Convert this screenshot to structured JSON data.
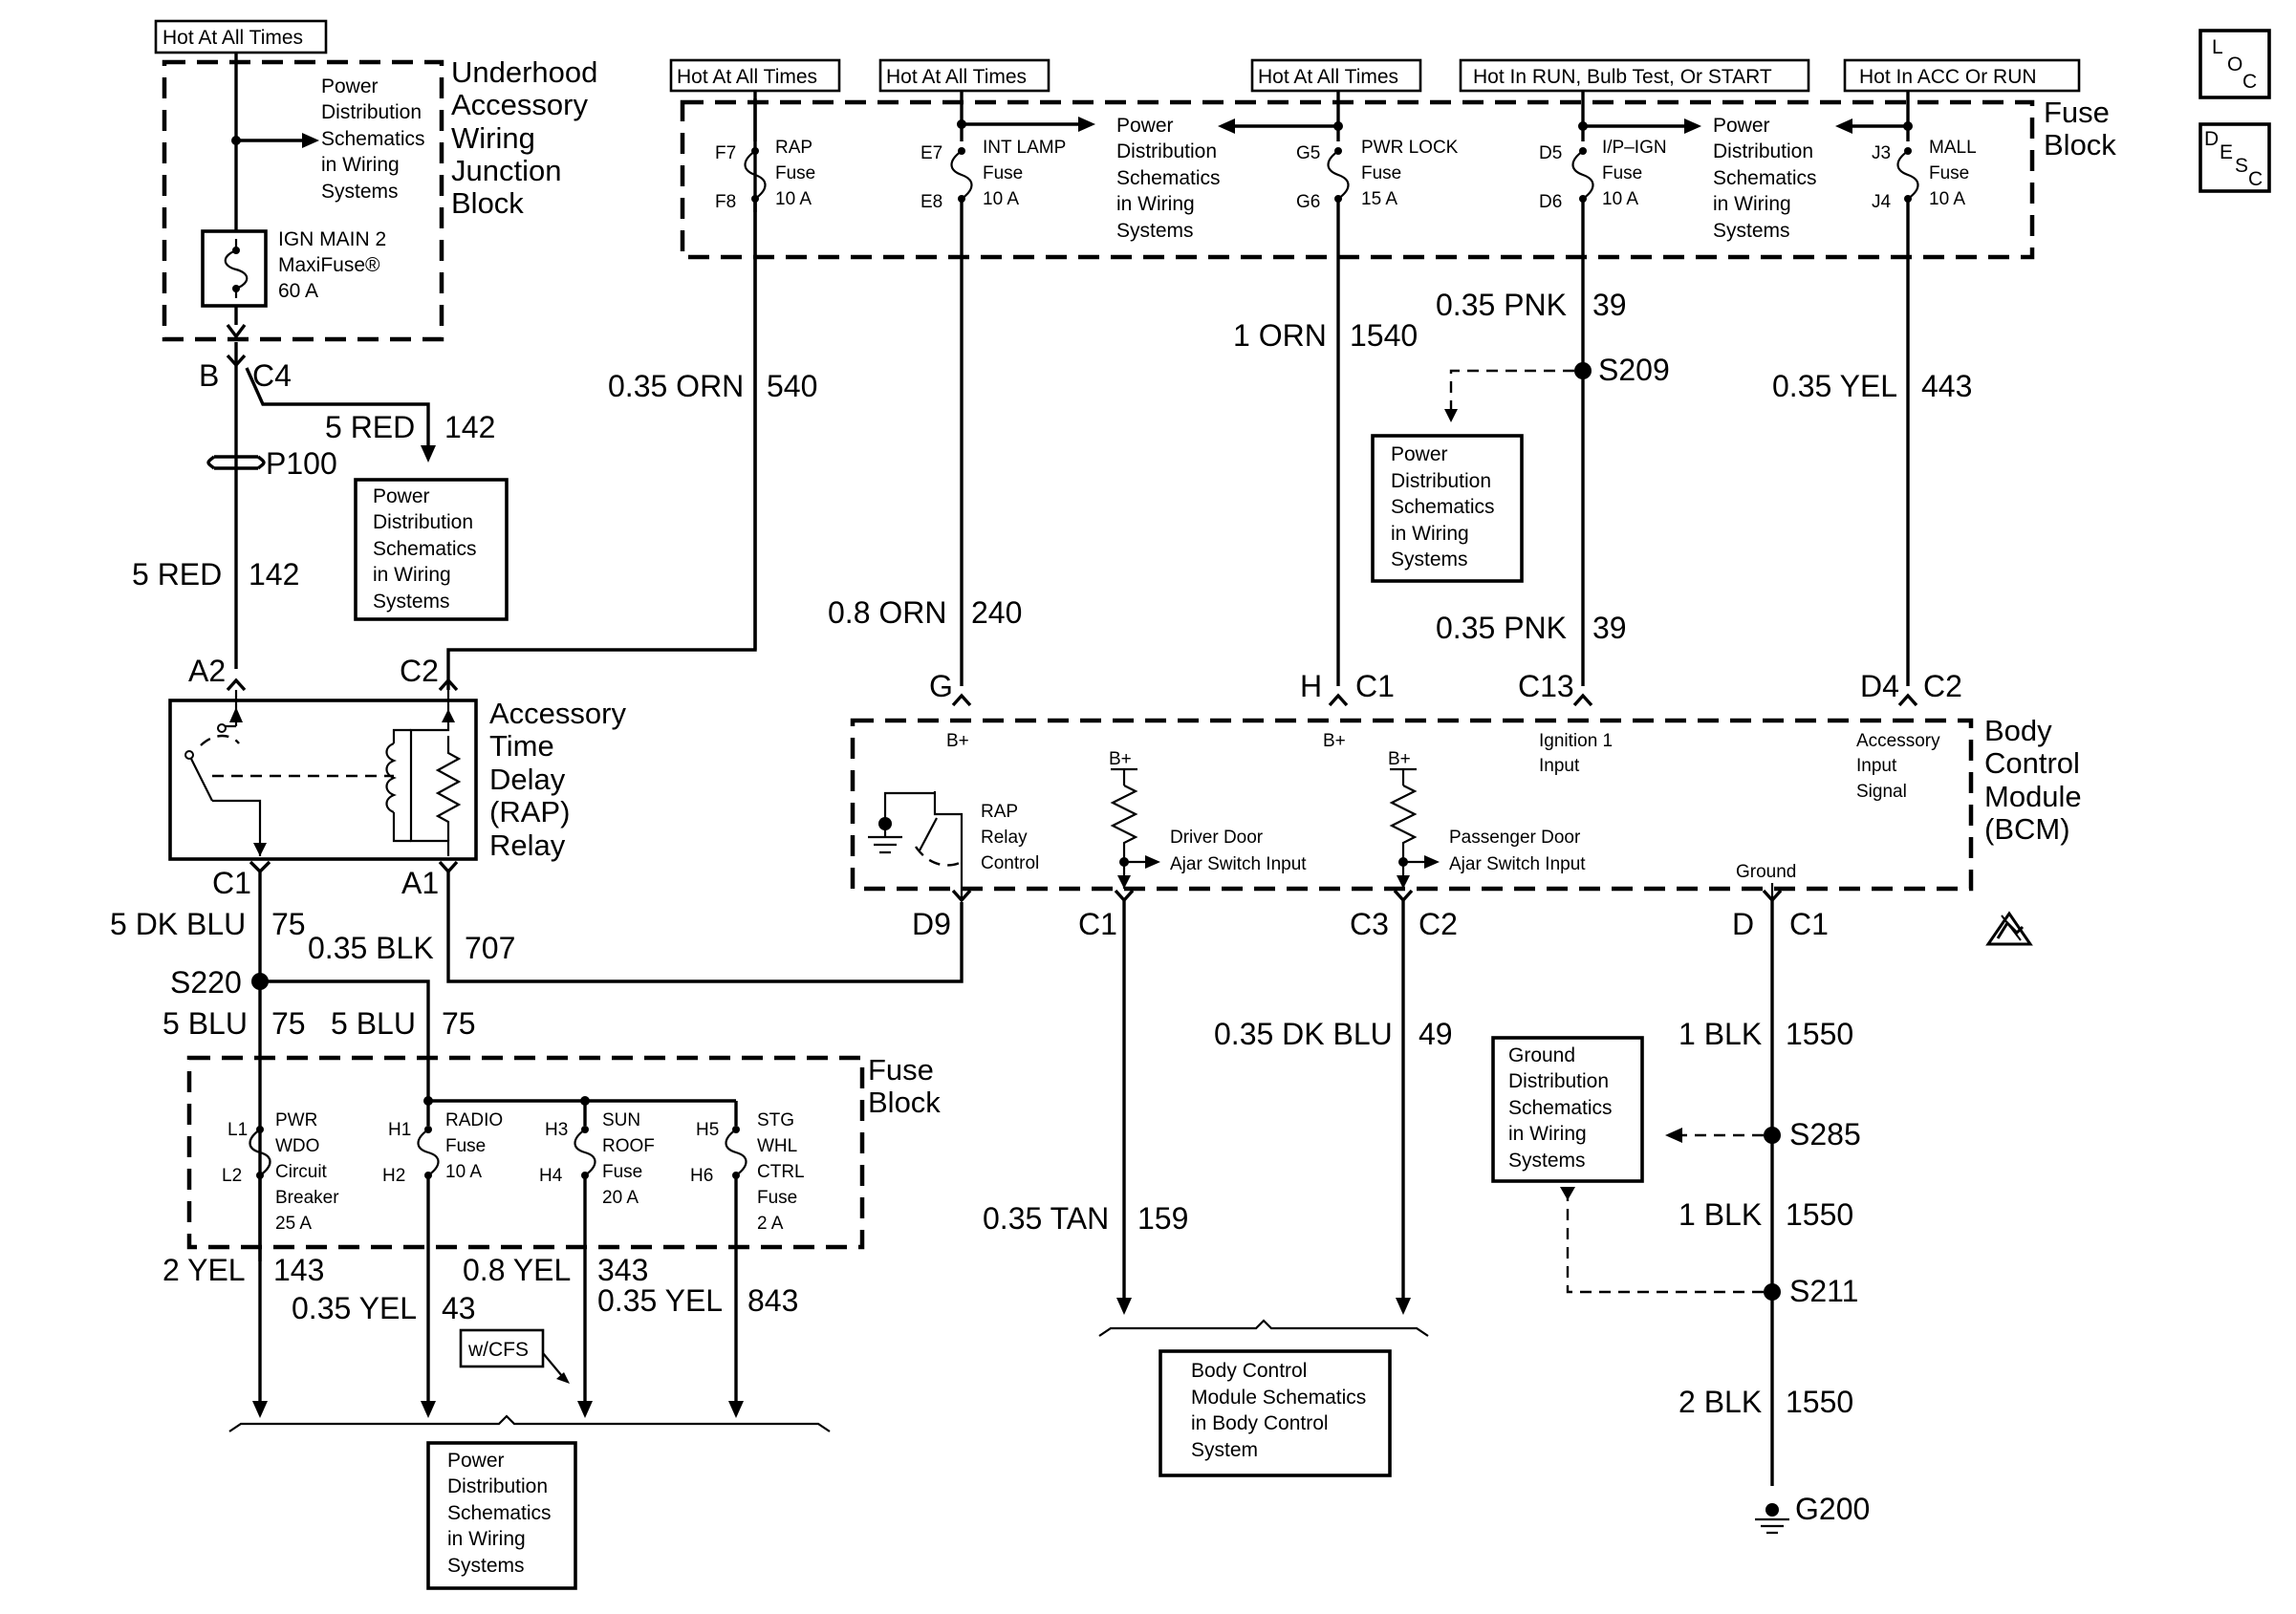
{
  "hot_labels": {
    "underhood": "Hot At All Times",
    "rap": "Hot At All Times",
    "intlamp": "Hot At All Times",
    "pwrlock": "Hot At All Times",
    "ipign": "Hot In RUN, Bulb Test, Or START",
    "mall": "Hot In ACC Or RUN"
  },
  "underhood_block": {
    "title": [
      "Underhood",
      "Accessory",
      "Wiring",
      "Junction",
      "Block"
    ],
    "ref": [
      "Power",
      "Distribution",
      "Schematics",
      "in Wiring",
      "Systems"
    ],
    "fuse": [
      "IGN MAIN 2",
      "MaxiFuse®",
      "60 A"
    ]
  },
  "top_fuse_block": {
    "title": [
      "Fuse",
      "Block"
    ],
    "fuses": [
      {
        "in": "F7",
        "out": "F8",
        "name": [
          "RAP",
          "Fuse",
          "10 A"
        ]
      },
      {
        "in": "E7",
        "out": "E8",
        "name": [
          "INT LAMP",
          "Fuse",
          "10 A"
        ]
      },
      {
        "in": "G5",
        "out": "G6",
        "name": [
          "PWR LOCK",
          "Fuse",
          "15 A"
        ]
      },
      {
        "in": "D5",
        "out": "D6",
        "name": [
          "I/P–IGN",
          "Fuse",
          "10 A"
        ]
      },
      {
        "in": "J3",
        "out": "J4",
        "name": [
          "MALL",
          "Fuse",
          "10 A"
        ]
      }
    ],
    "ref_left": [
      "Power",
      "Distribution",
      "Schematics",
      "in Wiring",
      "Systems"
    ],
    "ref_right": [
      "Power",
      "Distribution",
      "Schematics",
      "in Wiring",
      "Systems"
    ]
  },
  "conn_c4": {
    "pin": "B",
    "conn": "C4"
  },
  "splice_p100": "P100",
  "wires": {
    "red_branch": {
      "gauge": "5 RED",
      "circuit": "142"
    },
    "red_main": {
      "gauge": "5 RED",
      "circuit": "142"
    },
    "orn_540": {
      "gauge": "0.35 ORN",
      "circuit": "540"
    },
    "orn_240": {
      "gauge": "0.8 ORN",
      "circuit": "240"
    },
    "orn_1540": {
      "gauge": "1 ORN",
      "circuit": "1540"
    },
    "pnk_top": {
      "gauge": "0.35 PNK",
      "circuit": "39"
    },
    "pnk_bot": {
      "gauge": "0.35 PNK",
      "circuit": "39"
    },
    "yel_443": {
      "gauge": "0.35 YEL",
      "circuit": "443"
    },
    "dkblu_75": {
      "gauge": "5 DK BLU",
      "circuit": "75"
    },
    "blk_707": {
      "gauge": "0.35 BLK",
      "circuit": "707"
    },
    "blu_75a": {
      "gauge": "5 BLU",
      "circuit": "75"
    },
    "blu_75b": {
      "gauge": "5 BLU",
      "circuit": "75"
    },
    "yel_143": {
      "gauge": "2 YEL",
      "circuit": "143"
    },
    "yel_43": {
      "gauge": "0.35 YEL",
      "circuit": "43"
    },
    "yel_343": {
      "gauge": "0.8 YEL",
      "circuit": "343"
    },
    "yel_843": {
      "gauge": "0.35 YEL",
      "circuit": "843"
    },
    "tan_159": {
      "gauge": "0.35 TAN",
      "circuit": "159"
    },
    "dkblu_49": {
      "gauge": "0.35 DK BLU",
      "circuit": "49"
    },
    "blk_1550a": {
      "gauge": "1 BLK",
      "circuit": "1550"
    },
    "blk_1550b": {
      "gauge": "1 BLK",
      "circuit": "1550"
    },
    "blk_1550c": {
      "gauge": "2 BLK",
      "circuit": "1550"
    }
  },
  "ref_box_142": [
    "Power",
    "Distribution",
    "Schematics",
    "in Wiring",
    "Systems"
  ],
  "ref_box_s209": [
    "Power",
    "Distribution",
    "Schematics",
    "in Wiring",
    "Systems"
  ],
  "splices": {
    "s209": "S209",
    "s220": "S220",
    "s285": "S285",
    "s211": "S211"
  },
  "relay": {
    "title": [
      "Accessory",
      "Time",
      "Delay",
      "(RAP)",
      "Relay"
    ],
    "pins": {
      "a2": "A2",
      "c2": "C2",
      "c1": "C1",
      "a1": "A1"
    }
  },
  "bcm": {
    "title": [
      "Body",
      "Control",
      "Module",
      "(BCM)"
    ],
    "pins_top": {
      "g": "G",
      "h": "H",
      "c1": "C1",
      "c13": "C13",
      "d4": "D4",
      "c2": "C2"
    },
    "pins_bot": {
      "d9": "D9",
      "c1": "C1",
      "c3": "C3",
      "c2": "C2",
      "d": "D",
      "c1b": "C1"
    },
    "bplus": "B+",
    "ign_input": [
      "Ignition 1",
      "Input"
    ],
    "acc_input": [
      "Accessory",
      "Input",
      "Signal"
    ],
    "rap_ctrl": [
      "RAP",
      "Relay",
      "Control"
    ],
    "driver_door": [
      "Driver Door",
      "Ajar Switch Input"
    ],
    "pass_door": [
      "Passenger Door",
      "Ajar Switch Input"
    ],
    "ground": "Ground"
  },
  "bottom_fuse_block": {
    "title": [
      "Fuse",
      "Block"
    ],
    "fuses": [
      {
        "in": "L1",
        "out": "L2",
        "name": [
          "PWR",
          "WDO",
          "Circuit",
          "Breaker",
          "25 A"
        ]
      },
      {
        "in": "H1",
        "out": "H2",
        "name": [
          "RADIO",
          "Fuse",
          "10 A"
        ]
      },
      {
        "in": "H3",
        "out": "H4",
        "name": [
          "SUN",
          "ROOF",
          "Fuse",
          "20 A"
        ]
      },
      {
        "in": "H5",
        "out": "H6",
        "name": [
          "STG",
          "WHL",
          "CTRL",
          "Fuse",
          "2 A"
        ]
      }
    ]
  },
  "wcfs": "w/CFS",
  "ref_box_bottom_left": [
    "Power",
    "Distribution",
    "Schematics",
    "in Wiring",
    "Systems"
  ],
  "ref_box_bcm": [
    "Body Control",
    "Module Schematics",
    "in Body Control",
    "System"
  ],
  "ref_box_ground": [
    "Ground",
    "Distribution",
    "Schematics",
    "in Wiring",
    "Systems"
  ],
  "ground_g200": "G200",
  "loc_icon": [
    "L",
    "O",
    "C"
  ],
  "desc_icon": [
    "D",
    "E",
    "S",
    "C"
  ]
}
